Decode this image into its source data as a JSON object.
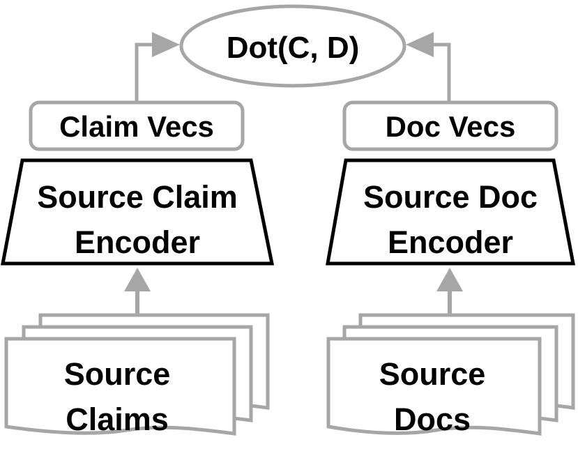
{
  "diagram": {
    "top_node": "Dot(C, D)",
    "left": {
      "vecs": "Claim Vecs",
      "encoder_line1": "Source Claim",
      "encoder_line2": "Encoder",
      "input_line1": "Source",
      "input_line2": "Claims"
    },
    "right": {
      "vecs": "Doc Vecs",
      "encoder_line1": "Source Doc",
      "encoder_line2": "Encoder",
      "input_line1": "Source",
      "input_line2": "Docs"
    }
  },
  "colors": {
    "gray": "#a6a6a6",
    "black": "#000000"
  }
}
